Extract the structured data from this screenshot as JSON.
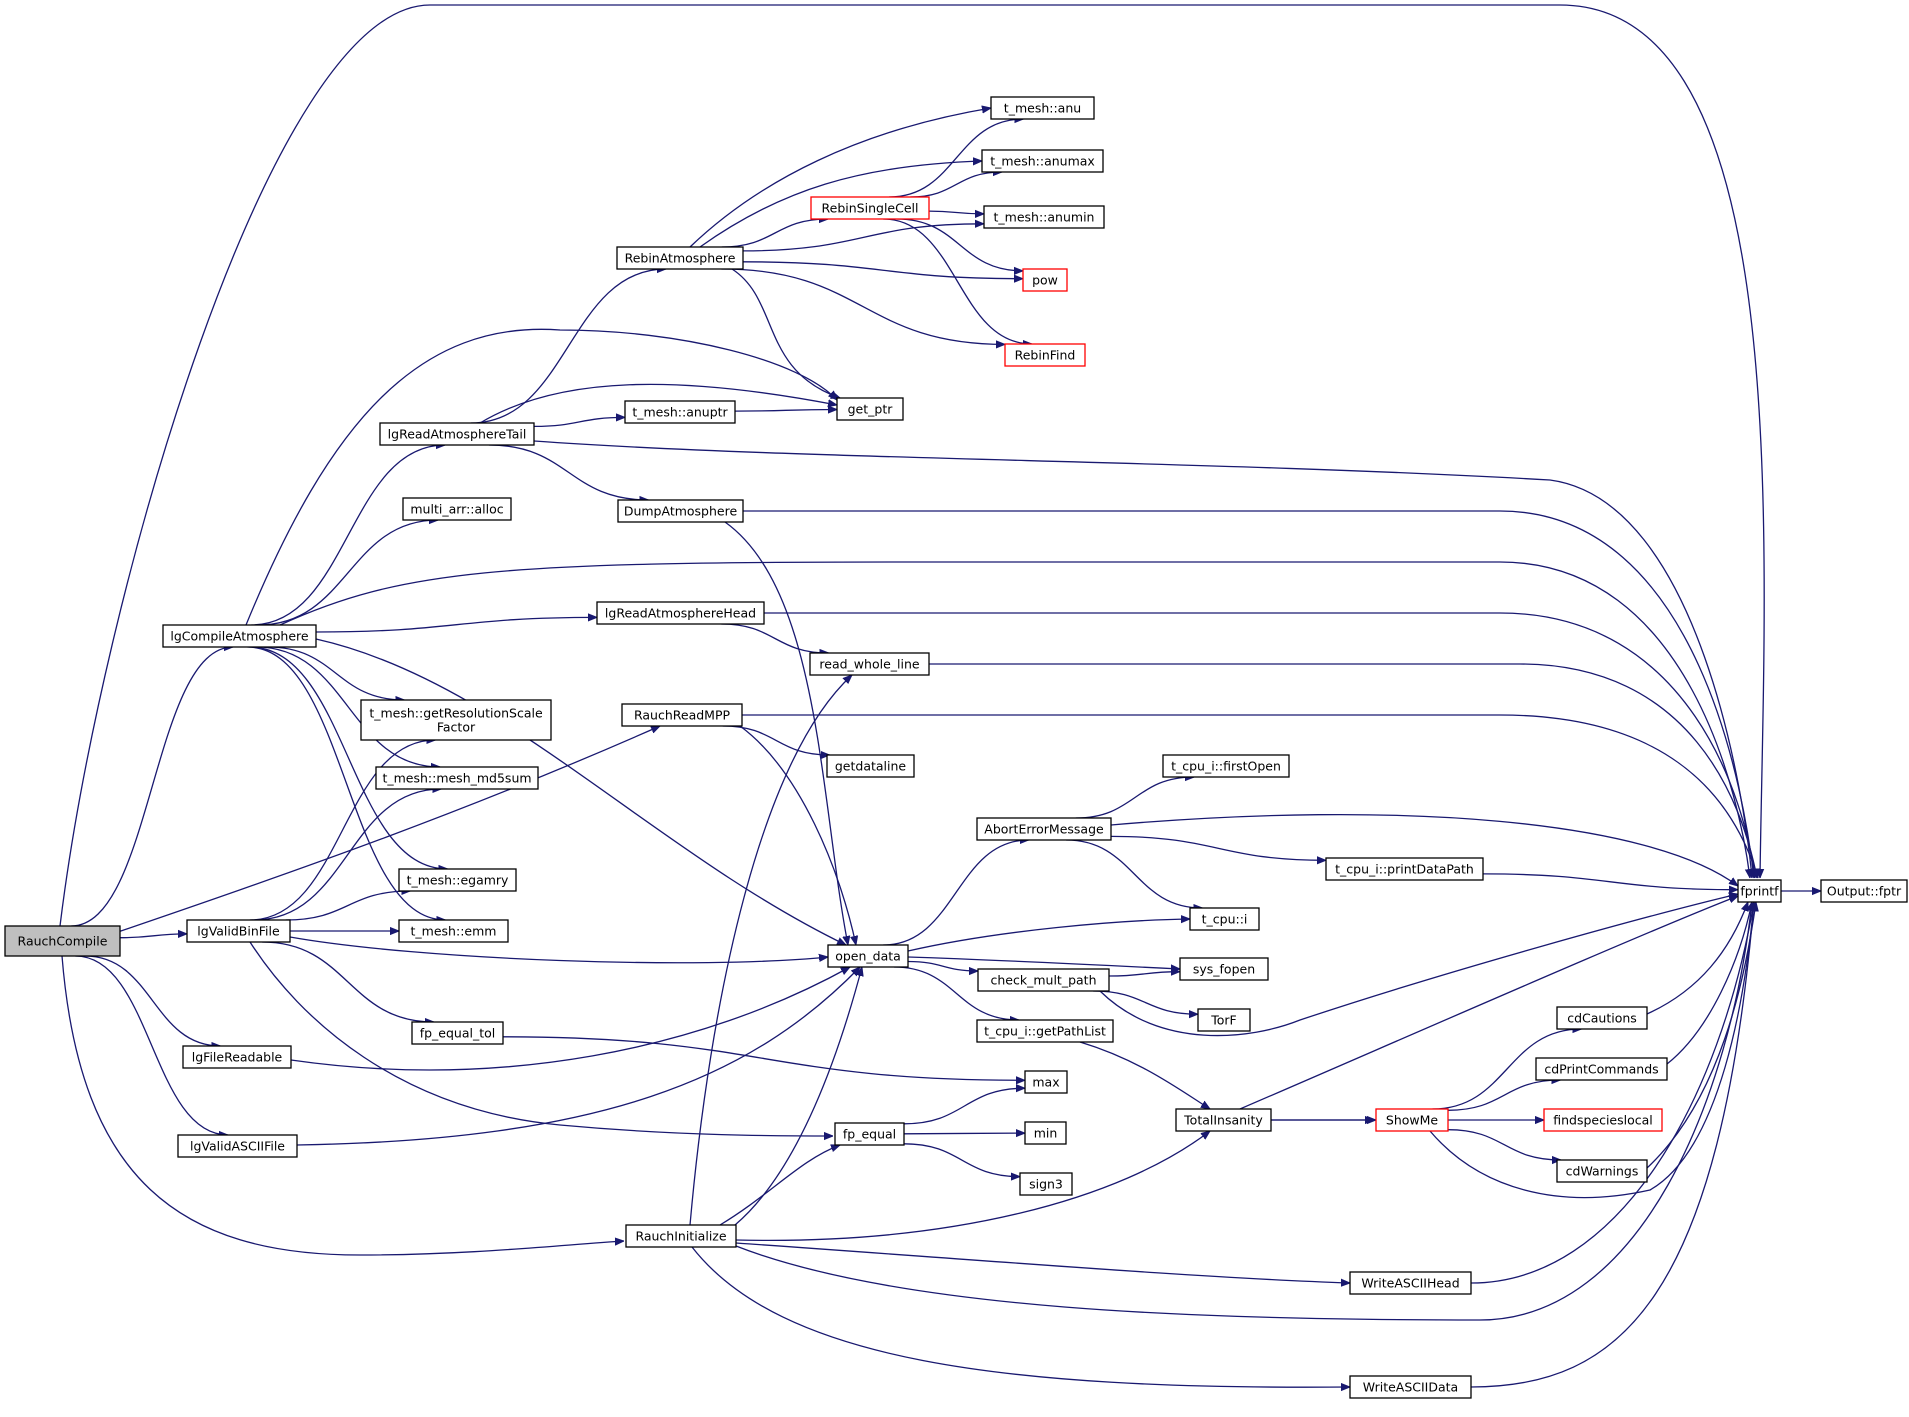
{
  "colors": {
    "edge": "#191970",
    "node_border": "#000000",
    "node_border_truncated": "#ff0000",
    "root_fill": "#bfbfbf",
    "node_fill": "#ffffff",
    "text": "#000000"
  },
  "nodes": [
    {
      "id": "RauchCompile",
      "label": "RauchCompile",
      "root": true
    },
    {
      "id": "lgCompileAtmosphere",
      "label": "lgCompileAtmosphere"
    },
    {
      "id": "lgValidBinFile",
      "label": "lgValidBinFile"
    },
    {
      "id": "lgFileReadable",
      "label": "lgFileReadable"
    },
    {
      "id": "lgValidASCIIFile",
      "label": "lgValidASCIIFile"
    },
    {
      "id": "lgReadAtmosphereTail",
      "label": "lgReadAtmosphereTail"
    },
    {
      "id": "multi_arr_alloc",
      "label": "multi_arr::alloc"
    },
    {
      "id": "getResolutionScaleFactor",
      "label": "t_mesh::getResolutionScale\nFactor"
    },
    {
      "id": "mesh_md5sum",
      "label": "t_mesh::mesh_md5sum"
    },
    {
      "id": "egamry",
      "label": "t_mesh::egamry"
    },
    {
      "id": "emm",
      "label": "t_mesh::emm"
    },
    {
      "id": "fp_equal_tol",
      "label": "fp_equal_tol"
    },
    {
      "id": "RebinAtmosphere",
      "label": "RebinAtmosphere"
    },
    {
      "id": "anuptr",
      "label": "t_mesh::anuptr"
    },
    {
      "id": "DumpAtmosphere",
      "label": "DumpAtmosphere"
    },
    {
      "id": "lgReadAtmosphereHead",
      "label": "lgReadAtmosphereHead"
    },
    {
      "id": "RauchReadMPP",
      "label": "RauchReadMPP"
    },
    {
      "id": "RauchInitialize",
      "label": "RauchInitialize"
    },
    {
      "id": "read_whole_line",
      "label": "read_whole_line"
    },
    {
      "id": "getdataline",
      "label": "getdataline"
    },
    {
      "id": "open_data",
      "label": "open_data"
    },
    {
      "id": "fp_equal",
      "label": "fp_equal"
    },
    {
      "id": "RebinSingleCell",
      "label": "RebinSingleCell",
      "truncated": true
    },
    {
      "id": "anu",
      "label": "t_mesh::anu"
    },
    {
      "id": "anumax",
      "label": "t_mesh::anumax"
    },
    {
      "id": "anumin",
      "label": "t_mesh::anumin"
    },
    {
      "id": "pow",
      "label": "pow",
      "truncated": true
    },
    {
      "id": "RebinFind",
      "label": "RebinFind",
      "truncated": true
    },
    {
      "id": "get_ptr",
      "label": "get_ptr"
    },
    {
      "id": "AbortErrorMessage",
      "label": "AbortErrorMessage"
    },
    {
      "id": "check_mult_path",
      "label": "check_mult_path"
    },
    {
      "id": "getPathList",
      "label": "t_cpu_i::getPathList"
    },
    {
      "id": "max",
      "label": "max"
    },
    {
      "id": "min",
      "label": "min"
    },
    {
      "id": "sign3",
      "label": "sign3"
    },
    {
      "id": "firstOpen",
      "label": "t_cpu_i::firstOpen"
    },
    {
      "id": "printDataPath",
      "label": "t_cpu_i::printDataPath"
    },
    {
      "id": "t_cpu_i",
      "label": "t_cpu::i"
    },
    {
      "id": "sys_fopen",
      "label": "sys_fopen"
    },
    {
      "id": "TorF",
      "label": "TorF"
    },
    {
      "id": "TotalInsanity",
      "label": "TotalInsanity"
    },
    {
      "id": "ShowMe",
      "label": "ShowMe",
      "truncated": true
    },
    {
      "id": "WriteASCIIHead",
      "label": "WriteASCIIHead"
    },
    {
      "id": "WriteASCIIData",
      "label": "WriteASCIIData"
    },
    {
      "id": "cdCautions",
      "label": "cdCautions"
    },
    {
      "id": "cdPrintCommands",
      "label": "cdPrintCommands"
    },
    {
      "id": "findspecieslocal",
      "label": "findspecieslocal",
      "truncated": true
    },
    {
      "id": "cdWarnings",
      "label": "cdWarnings"
    },
    {
      "id": "fprintf",
      "label": "fprintf"
    },
    {
      "id": "Output_fptr",
      "label": "Output::fptr"
    }
  ],
  "edges": [
    {
      "from": "RauchCompile",
      "to": "fprintf"
    },
    {
      "from": "RauchCompile",
      "to": "lgCompileAtmosphere"
    },
    {
      "from": "RauchCompile",
      "to": "lgValidBinFile"
    },
    {
      "from": "RauchCompile",
      "to": "lgFileReadable"
    },
    {
      "from": "RauchCompile",
      "to": "lgValidASCIIFile"
    },
    {
      "from": "RauchCompile",
      "to": "RauchReadMPP"
    },
    {
      "from": "RauchCompile",
      "to": "RauchInitialize"
    },
    {
      "from": "lgCompileAtmosphere",
      "to": "lgReadAtmosphereTail"
    },
    {
      "from": "lgCompileAtmosphere",
      "to": "get_ptr"
    },
    {
      "from": "lgCompileAtmosphere",
      "to": "multi_arr_alloc"
    },
    {
      "from": "lgCompileAtmosphere",
      "to": "fprintf"
    },
    {
      "from": "lgCompileAtmosphere",
      "to": "lgReadAtmosphereHead"
    },
    {
      "from": "lgCompileAtmosphere",
      "to": "getResolutionScaleFactor"
    },
    {
      "from": "lgCompileAtmosphere",
      "to": "mesh_md5sum"
    },
    {
      "from": "lgCompileAtmosphere",
      "to": "egamry"
    },
    {
      "from": "lgCompileAtmosphere",
      "to": "emm"
    },
    {
      "from": "lgCompileAtmosphere",
      "to": "open_data"
    },
    {
      "from": "lgValidBinFile",
      "to": "getResolutionScaleFactor"
    },
    {
      "from": "lgValidBinFile",
      "to": "mesh_md5sum"
    },
    {
      "from": "lgValidBinFile",
      "to": "egamry"
    },
    {
      "from": "lgValidBinFile",
      "to": "emm"
    },
    {
      "from": "lgValidBinFile",
      "to": "open_data"
    },
    {
      "from": "lgValidBinFile",
      "to": "fp_equal_tol"
    },
    {
      "from": "lgValidBinFile",
      "to": "fp_equal"
    },
    {
      "from": "lgFileReadable",
      "to": "open_data"
    },
    {
      "from": "lgValidASCIIFile",
      "to": "open_data"
    },
    {
      "from": "lgReadAtmosphereTail",
      "to": "RebinAtmosphere"
    },
    {
      "from": "lgReadAtmosphereTail",
      "to": "get_ptr"
    },
    {
      "from": "lgReadAtmosphereTail",
      "to": "anuptr"
    },
    {
      "from": "lgReadAtmosphereTail",
      "to": "DumpAtmosphere"
    },
    {
      "from": "lgReadAtmosphereTail",
      "to": "fprintf"
    },
    {
      "from": "RebinAtmosphere",
      "to": "anu"
    },
    {
      "from": "RebinAtmosphere",
      "to": "anumax"
    },
    {
      "from": "RebinAtmosphere",
      "to": "RebinSingleCell"
    },
    {
      "from": "RebinAtmosphere",
      "to": "anumin"
    },
    {
      "from": "RebinAtmosphere",
      "to": "pow"
    },
    {
      "from": "RebinAtmosphere",
      "to": "RebinFind"
    },
    {
      "from": "RebinAtmosphere",
      "to": "get_ptr"
    },
    {
      "from": "RebinSingleCell",
      "to": "anu"
    },
    {
      "from": "RebinSingleCell",
      "to": "anumax"
    },
    {
      "from": "RebinSingleCell",
      "to": "anumin"
    },
    {
      "from": "RebinSingleCell",
      "to": "pow"
    },
    {
      "from": "RebinSingleCell",
      "to": "RebinFind"
    },
    {
      "from": "anuptr",
      "to": "get_ptr"
    },
    {
      "from": "DumpAtmosphere",
      "to": "fprintf"
    },
    {
      "from": "DumpAtmosphere",
      "to": "open_data"
    },
    {
      "from": "lgReadAtmosphereHead",
      "to": "fprintf"
    },
    {
      "from": "lgReadAtmosphereHead",
      "to": "read_whole_line"
    },
    {
      "from": "read_whole_line",
      "to": "fprintf"
    },
    {
      "from": "RauchReadMPP",
      "to": "fprintf"
    },
    {
      "from": "RauchReadMPP",
      "to": "getdataline"
    },
    {
      "from": "RauchReadMPP",
      "to": "open_data"
    },
    {
      "from": "fp_equal_tol",
      "to": "max"
    },
    {
      "from": "open_data",
      "to": "AbortErrorMessage"
    },
    {
      "from": "open_data",
      "to": "t_cpu_i"
    },
    {
      "from": "open_data",
      "to": "sys_fopen"
    },
    {
      "from": "open_data",
      "to": "check_mult_path"
    },
    {
      "from": "open_data",
      "to": "getPathList"
    },
    {
      "from": "AbortErrorMessage",
      "to": "firstOpen"
    },
    {
      "from": "AbortErrorMessage",
      "to": "fprintf"
    },
    {
      "from": "AbortErrorMessage",
      "to": "printDataPath"
    },
    {
      "from": "AbortErrorMessage",
      "to": "t_cpu_i"
    },
    {
      "from": "printDataPath",
      "to": "fprintf"
    },
    {
      "from": "check_mult_path",
      "to": "sys_fopen"
    },
    {
      "from": "check_mult_path",
      "to": "TorF"
    },
    {
      "from": "check_mult_path",
      "to": "fprintf"
    },
    {
      "from": "getPathList",
      "to": "TotalInsanity"
    },
    {
      "from": "fp_equal",
      "to": "max"
    },
    {
      "from": "fp_equal",
      "to": "min"
    },
    {
      "from": "fp_equal",
      "to": "sign3"
    },
    {
      "from": "RauchInitialize",
      "to": "read_whole_line"
    },
    {
      "from": "RauchInitialize",
      "to": "open_data"
    },
    {
      "from": "RauchInitialize",
      "to": "fp_equal"
    },
    {
      "from": "RauchInitialize",
      "to": "TotalInsanity"
    },
    {
      "from": "RauchInitialize",
      "to": "WriteASCIIHead"
    },
    {
      "from": "RauchInitialize",
      "to": "fprintf"
    },
    {
      "from": "RauchInitialize",
      "to": "WriteASCIIData"
    },
    {
      "from": "TotalInsanity",
      "to": "fprintf"
    },
    {
      "from": "TotalInsanity",
      "to": "ShowMe"
    },
    {
      "from": "TotalInsanity",
      "to": "fprintf"
    },
    {
      "from": "ShowMe",
      "to": "cdCautions"
    },
    {
      "from": "ShowMe",
      "to": "cdPrintCommands"
    },
    {
      "from": "ShowMe",
      "to": "findspecieslocal"
    },
    {
      "from": "ShowMe",
      "to": "cdWarnings"
    },
    {
      "from": "ShowMe",
      "to": "fprintf"
    },
    {
      "from": "cdCautions",
      "to": "fprintf"
    },
    {
      "from": "cdPrintCommands",
      "to": "fprintf"
    },
    {
      "from": "cdWarnings",
      "to": "fprintf"
    },
    {
      "from": "WriteASCIIHead",
      "to": "fprintf"
    },
    {
      "from": "WriteASCIIData",
      "to": "fprintf"
    },
    {
      "from": "fprintf",
      "to": "Output_fptr"
    }
  ]
}
